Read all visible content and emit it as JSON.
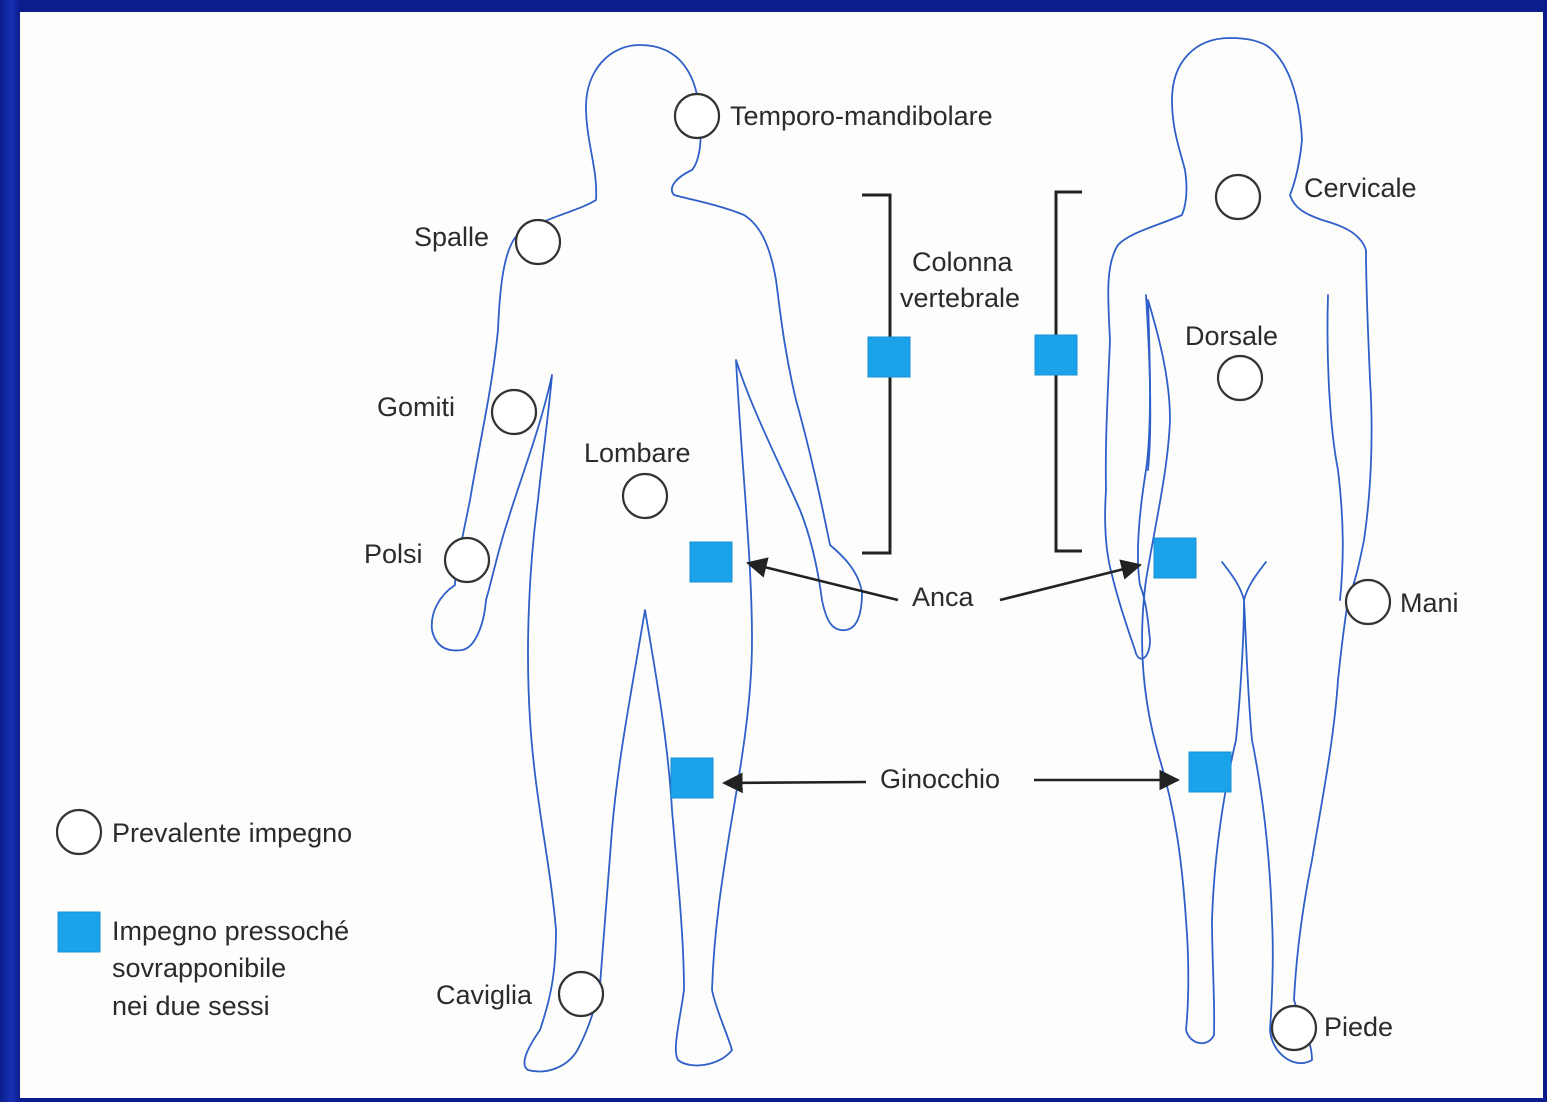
{
  "colors": {
    "background_border": "#0c1f8f",
    "panel": "#fdfdfc",
    "body_outline": "#2f5fc8",
    "square_marker": "#1aa3ea",
    "text": "#2b2b2b"
  },
  "joint_labels": {
    "temporo_mandibolare": "Temporo-mandibolare",
    "cervicale": "Cervicale",
    "spalle": "Spalle",
    "colonna_line1": "Colonna",
    "colonna_line2": "vertebrale",
    "dorsale": "Dorsale",
    "gomiti": "Gomiti",
    "lombare": "Lombare",
    "polsi": "Polsi",
    "anca": "Anca",
    "mani": "Mani",
    "ginocchio": "Ginocchio",
    "caviglia": "Caviglia",
    "piede": "Piede"
  },
  "legend": {
    "circle_label": "Prevalente impegno",
    "square_line1": "Impegno pressoché",
    "square_line2": "sovrapponibile",
    "square_line3": "nei due sessi",
    "circle_icon": "open-circle",
    "square_icon": "filled-square"
  }
}
